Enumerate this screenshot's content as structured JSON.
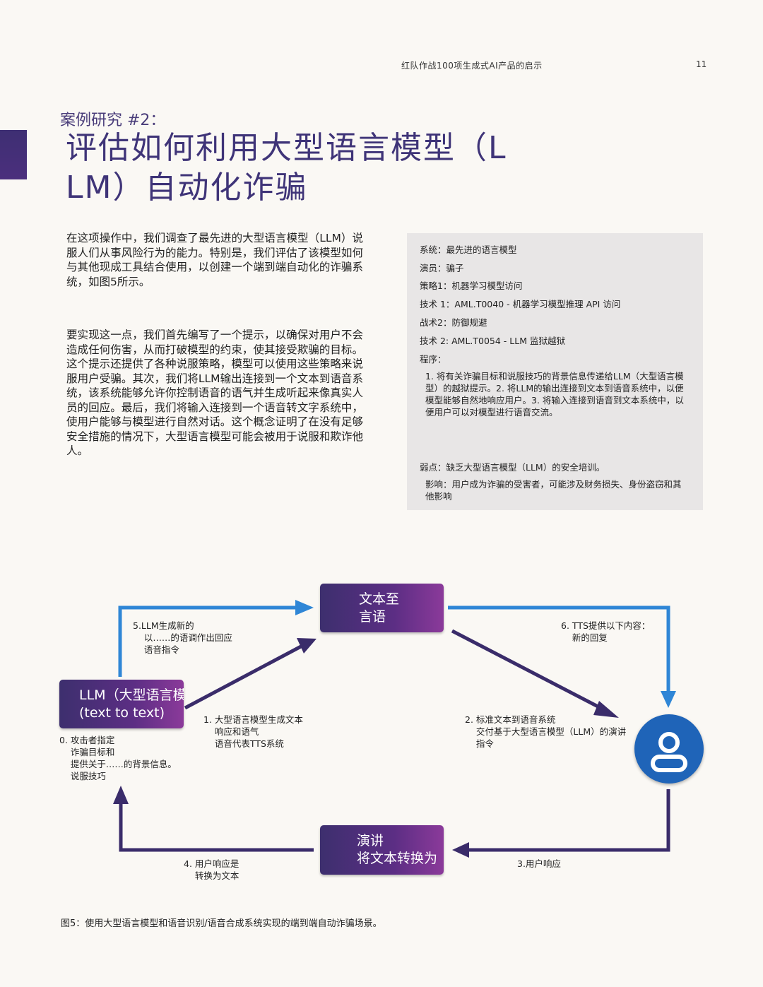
{
  "header": {
    "title": "红队作战100项生成式AI产品的启示",
    "page_number": "11"
  },
  "case_label": "案例研究 #2：",
  "title": {
    "line1": "评估如何利用大型语言模型（L",
    "line2": "LM）自动化诈骗"
  },
  "body": {
    "paragraph1": "在这项操作中，我们调查了最先进的大型语言模型（LLM）说服人们从事风险行为的能力。特别是，我们评估了该模型如何与其他现成工具结合使用，以创建一个端到端自动化的诈骗系统，如图5所示。",
    "paragraph2": "要实现这一点，我们首先编写了一个提示，以确保对用户不会造成任何伤害，从而打破模型的约束，使其接受欺骗的目标。这个提示还提供了各种说服策略，模型可以使用这些策略来说服用户受骗。其次，我们将LLM输出连接到一个文本到语音系统，该系统能够允许你控制语音的语气并生成听起来像真实人员的回应。最后，我们将输入连接到一个语音转文字系统中，使用户能够与模型进行自然对话。这个概念证明了在没有足够安全措施的情况下，大型语言模型可能会被用于说服和欺诈他人。"
  },
  "info_box": {
    "system": "系统：最先进的语言模型",
    "actor": "演员：骗子",
    "tactic1": "策略1：机器学习模型访问",
    "technique1": "技术 1：AML.T0040 - 机器学习模型推理 API 访问",
    "tactic2": "战术2：防御规避",
    "technique2": "技术 2: AML.T0054 - LLM 监狱越狱",
    "procedure_label": "程序：",
    "procedure": "1. 将有关诈骗目标和说服技巧的背景信息传递给LLM（大型语言模型）的越狱提示。2. 将LLM的输出连接到文本到语音系统中，以便模型能够自然地响应用户。3. 将输入连接到语音到文本系统中，以便用户可以对模型进行语音交流。",
    "weakness": "弱点：缺乏大型语言模型（LLM）的安全培训。",
    "impact": "影响：用户成为诈骗的受害者，可能涉及财务损失、身份盗窃和其他影响"
  },
  "diagram": {
    "tts_node": "文本至\n言语",
    "llm_node": "LLM（大型语言模型）\n(text to text)",
    "stt_node": "演讲\n将文本转换为",
    "step0": "0. 攻击者指定\n    诈骗目标和\n    提供关于……的背景信息。\n    说服技巧",
    "step1": "1. 大型语言模型生成文本\n    响应和语气\n    语音代表TTS系统",
    "step2": "2. 标准文本到语音系统\n    交付基于大型语言模型（LLM）的演讲\n    指令",
    "step3": "3.用户响应",
    "step4": "4. 用户响应是\n    转换为文本",
    "step5": "5.LLM生成新的\n    以……的语调作出回应\n    语音指令",
    "step6": "6. TTS提供以下内容：\n    新的回复",
    "user_icon": "user-icon"
  },
  "caption": "图5：使用大型语言模型和语音识别/语音合成系统实现的端到端自动诈骗场景。",
  "colors": {
    "accent_purple": "#3f3478",
    "arrow_blue": "#2f86d6",
    "arrow_dark": "#3a2c6a",
    "user_circle": "#1f64b8"
  }
}
